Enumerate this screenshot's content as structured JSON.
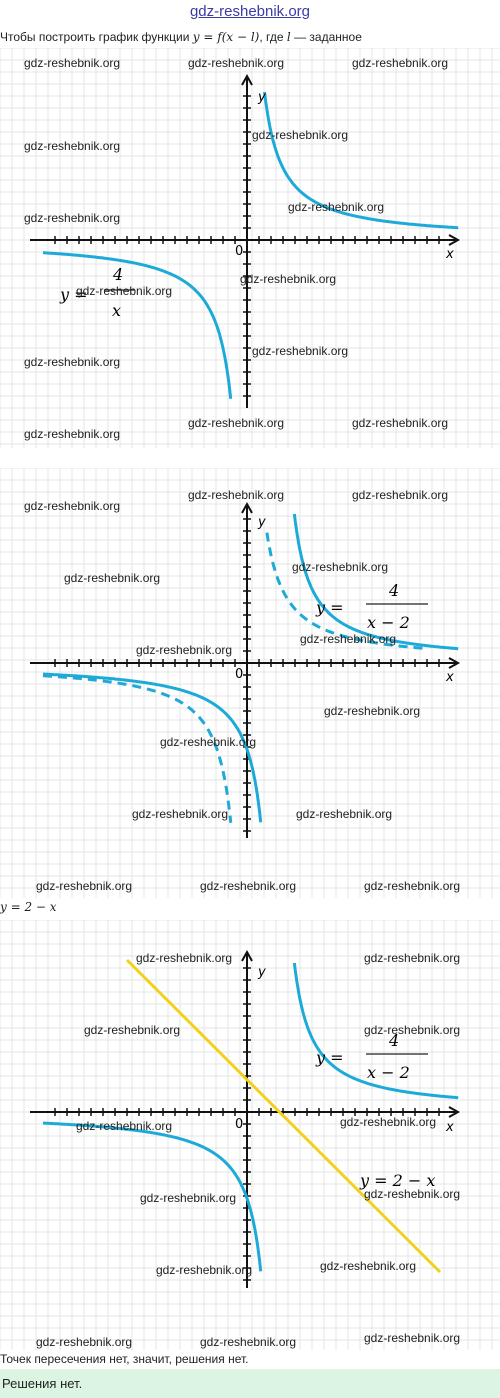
{
  "site_title": "gdz-reshebnik.org",
  "intro": {
    "text": "Чтобы построить график функции",
    "formula": "y = f(x − l)",
    "text_after": ", где",
    "l": "l",
    "tail": "— заданное"
  },
  "graphs": [
    {
      "formula_lhs": "y =",
      "formula_num": "4",
      "formula_den": "x",
      "axis_x": "x",
      "axis_y": "y",
      "origin": "0"
    },
    {
      "formula_lhs": "y =",
      "formula_num": "4",
      "formula_den": "x − 2",
      "axis_x": "x",
      "axis_y": "y",
      "origin": "0"
    },
    {
      "formula_lhs": "y =",
      "formula_num": "4",
      "formula_den": "x − 2",
      "line_label": "y = 2 − x",
      "axis_x": "x",
      "axis_y": "y",
      "origin": "0"
    }
  ],
  "line_caption": "y = 2 − x",
  "conclusion": "Точек пересечения нет, значит, решения нет.",
  "answer": "Решения нет.",
  "watermark": "gdz-reshebnik.org",
  "colors": {
    "curve": "#1eaad8",
    "line": "#f0d21e",
    "grid": "#e4e4e4",
    "axis": "#111111",
    "answer_bg": "#dcf5e3",
    "title": "#3a3aa8"
  }
}
